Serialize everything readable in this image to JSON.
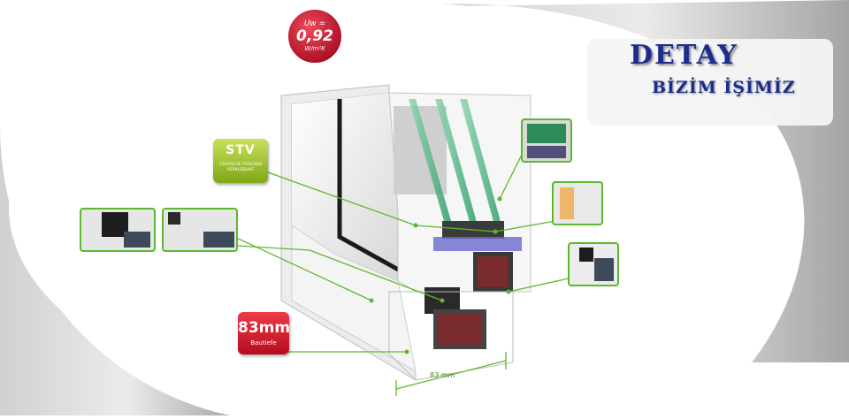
{
  "header": {
    "title": "DETAY",
    "subtitle": "BİZİM İŞİMİZ"
  },
  "uw_badge": {
    "label": "Uw =",
    "value": "0,92",
    "unit": "W/m²K"
  },
  "stv_badge": {
    "title": "STV",
    "subtitle": "STATISCHE TROCKEN VERKLEBUNG"
  },
  "depth_badge": {
    "value": "83mm",
    "subtitle": "Bautiefe"
  },
  "dimension": {
    "label": "83 mm"
  },
  "colors": {
    "accent_green": "#5cb82e",
    "title_blue": "#1c2c8c",
    "badge_red": "#c8102e",
    "stv_green": "#8db51f"
  }
}
